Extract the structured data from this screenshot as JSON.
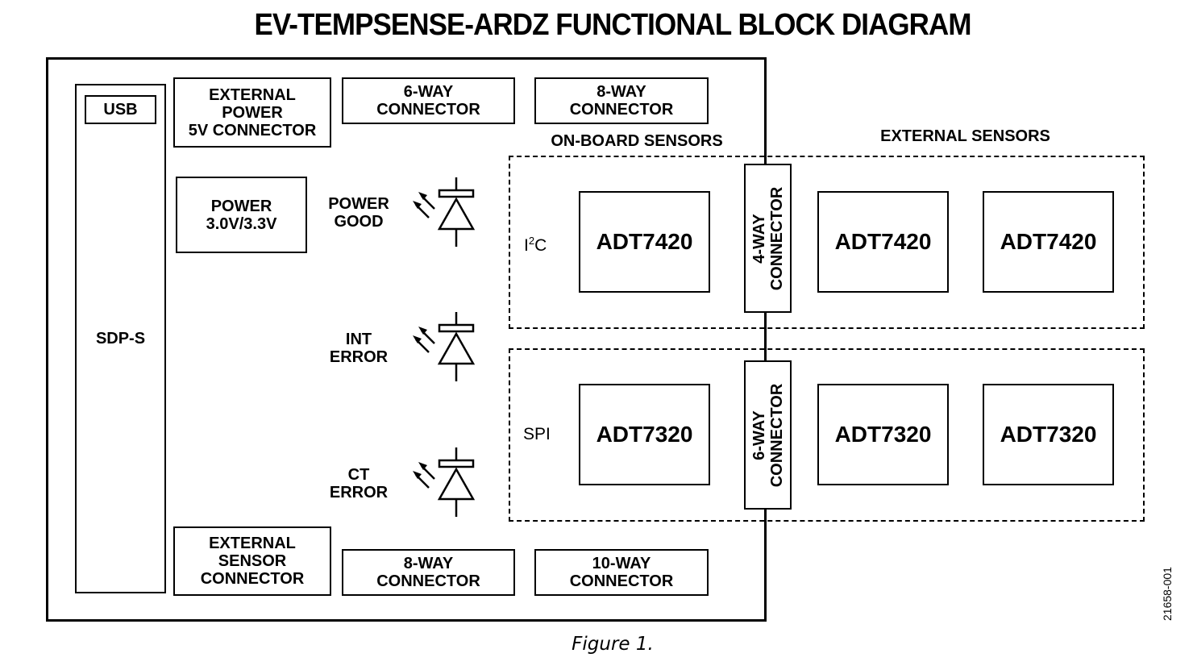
{
  "title": "EV-TEMPSENSE-ARDZ FUNCTIONAL BLOCK DIAGRAM",
  "caption": "Figure 1.",
  "doc_number": "21658-001",
  "board": {
    "sdp": {
      "usb_label": "USB",
      "label": "SDP-S"
    },
    "top_blocks": [
      {
        "lines": [
          "EXTERNAL",
          "POWER",
          "5V CONNECTOR"
        ]
      },
      {
        "lines": [
          "6-WAY",
          "CONNECTOR"
        ]
      },
      {
        "lines": [
          "8-WAY",
          "CONNECTOR"
        ]
      }
    ],
    "power_block": {
      "lines": [
        "POWER",
        "3.0V/3.3V"
      ]
    },
    "leds": [
      {
        "lines": [
          "POWER",
          "GOOD"
        ]
      },
      {
        "lines": [
          "INT",
          "ERROR"
        ]
      },
      {
        "lines": [
          "CT",
          "ERROR"
        ]
      }
    ],
    "bottom_blocks": [
      {
        "lines": [
          "EXTERNAL",
          "SENSOR",
          "CONNECTOR"
        ]
      },
      {
        "lines": [
          "8-WAY",
          "CONNECTOR"
        ]
      },
      {
        "lines": [
          "10-WAY",
          "CONNECTOR"
        ]
      }
    ]
  },
  "sensors": {
    "onboard_label": "ON-BOARD SENSORS",
    "external_label": "EXTERNAL SENSORS",
    "i2c": {
      "bus_label_main": "I",
      "bus_label_sup": "2",
      "bus_label_tail": "C",
      "connector": [
        "4-WAY",
        "CONNECTOR"
      ],
      "onboard_chip": "ADT7420",
      "external_chips": [
        "ADT7420",
        "ADT7420"
      ]
    },
    "spi": {
      "bus_label": "SPI",
      "connector": [
        "6-WAY",
        "CONNECTOR"
      ],
      "onboard_chip": "ADT7320",
      "external_chips": [
        "ADT7320",
        "ADT7320"
      ]
    }
  }
}
